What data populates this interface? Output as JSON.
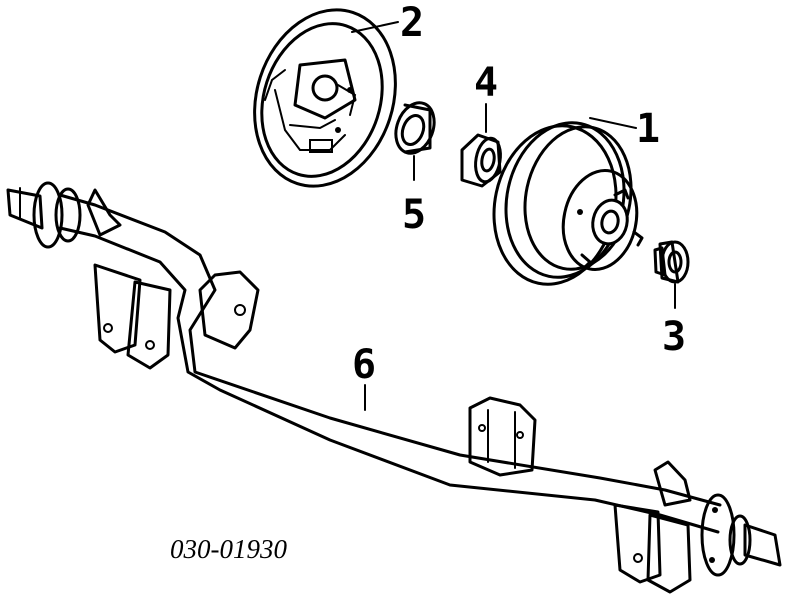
{
  "callouts": [
    {
      "id": "1",
      "label": "1"
    },
    {
      "id": "2",
      "label": "2"
    },
    {
      "id": "3",
      "label": "3"
    },
    {
      "id": "4",
      "label": "4"
    },
    {
      "id": "5",
      "label": "5"
    },
    {
      "id": "6",
      "label": "6"
    }
  ],
  "diagram_code": "030-01930",
  "colors": {
    "ink": "#000000",
    "background": "#ffffff"
  }
}
